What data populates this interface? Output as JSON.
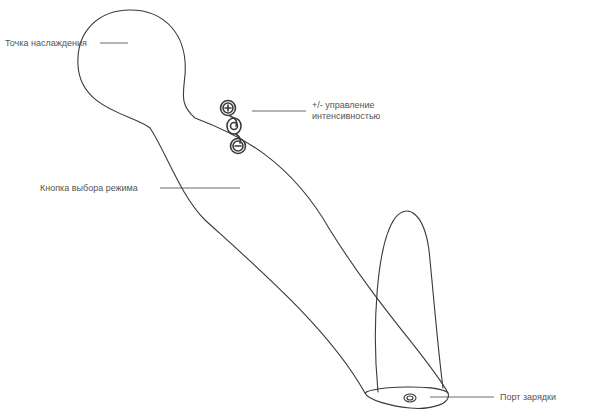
{
  "diagram": {
    "labels": [
      "Точка наслаждения",
      "+/- управление интенсивностью",
      "Кнопка выбора режима",
      "Порт зарядки"
    ]
  }
}
